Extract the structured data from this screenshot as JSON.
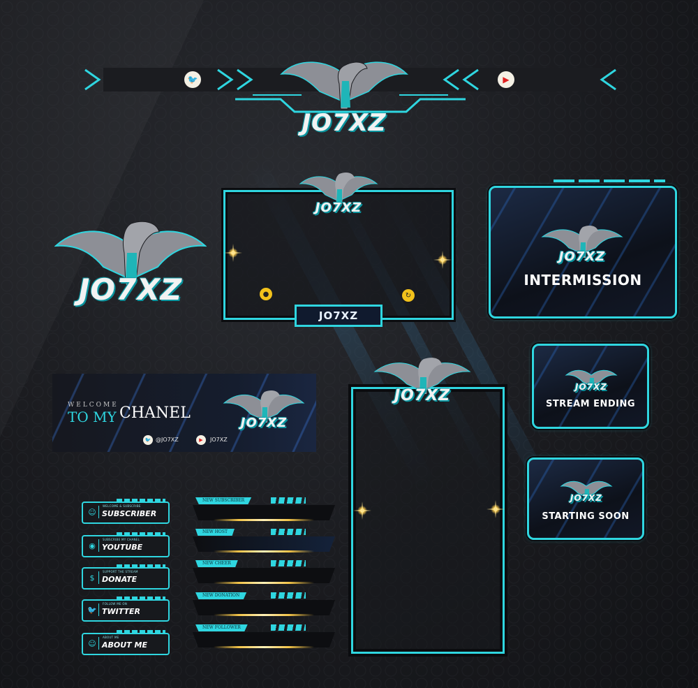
{
  "brand": {
    "logo_text": "JO7XZ",
    "accent_color": "#2fd6e0",
    "gold_color": "#f3c448"
  },
  "top_banner": {
    "twitter_icon": "twitter-icon",
    "youtube_icon": "youtube-icon"
  },
  "webcam": {
    "name": "JO7XZ",
    "left_icon": "user-icon",
    "right_icon": "link-icon"
  },
  "screens": {
    "intermission": "INTERMISSION",
    "stream_ending": "STREAM ENDING",
    "starting_soon": "STARTING SOON"
  },
  "banner": {
    "welcome": "WELCOME",
    "to_my": "TO MY",
    "chanel": "CHANEL",
    "twitter_handle": "@JO7XZ",
    "youtube_handle": "JO7XZ"
  },
  "panels": [
    {
      "icon": "user-icon",
      "sub": "WELCOME & SUBSCRIBE",
      "label": "SUBSCRIBER"
    },
    {
      "icon": "instagram-icon",
      "sub": "SUBSCRIBE MY CHANEL",
      "label": "YOUTUBE"
    },
    {
      "icon": "dollar-icon",
      "sub": "SUPPORT THE STREAM",
      "label": "DONATE"
    },
    {
      "icon": "twitter-icon",
      "sub": "FOLLOW ME ON",
      "label": "TWITTER"
    },
    {
      "icon": "user-icon",
      "sub": "ABOUT ME",
      "label": "ABOUT ME"
    }
  ],
  "alerts": [
    {
      "label": "NEW SUBSCRIBER"
    },
    {
      "label": "NEW HOST"
    },
    {
      "label": "NEW CHEER"
    },
    {
      "label": "NEW DONATION"
    },
    {
      "label": "NEW FOLLOWER"
    }
  ]
}
